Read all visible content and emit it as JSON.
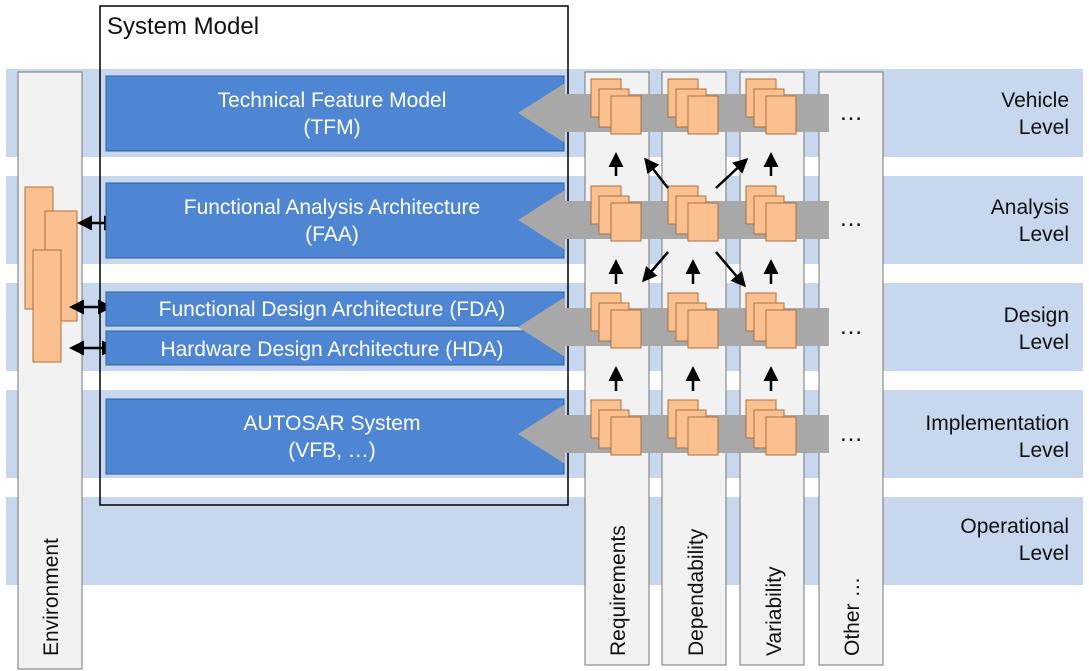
{
  "system_model": {
    "title": "System Model"
  },
  "levels": [
    {
      "line1": "Vehicle",
      "line2": "Level"
    },
    {
      "line1": "Analysis",
      "line2": "Level"
    },
    {
      "line1": "Design",
      "line2": "Level"
    },
    {
      "line1": "Implementation",
      "line2": "Level"
    },
    {
      "line1": "Operational",
      "line2": "Level"
    }
  ],
  "environment": {
    "label": "Environment"
  },
  "models": [
    {
      "line1": "Technical Feature Model",
      "line2": "(TFM)"
    },
    {
      "line1": "Functional Analysis Architecture",
      "line2": "(FAA)"
    },
    {
      "line1": "Functional Design Architecture (FDA)",
      "line2": ""
    },
    {
      "line1": "Hardware Design Architecture (HDA)",
      "line2": ""
    },
    {
      "line1": "AUTOSAR System",
      "line2": "(VFB, …)"
    }
  ],
  "columns": [
    {
      "label": "Requirements"
    },
    {
      "label": "Dependability"
    },
    {
      "label": "Variability"
    },
    {
      "label": "Other …"
    }
  ],
  "ellipsis": "…",
  "colors": {
    "level_band": "#c6d7ee",
    "level_border": "#ffffff",
    "model_box": "#4f86d3",
    "model_box_border": "#2e5f9f",
    "column_bg": "#f2f2f2",
    "column_border": "#777777",
    "artifact": "#fac090",
    "artifact_border": "#b0703a",
    "big_arrow": "#a8a8a8",
    "text": "#111111",
    "model_text": "#ffffff"
  }
}
